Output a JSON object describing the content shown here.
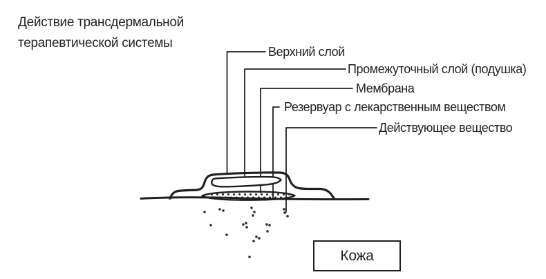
{
  "title": "Действие трансдермальной\nтерапевтической системы",
  "labels": {
    "top_layer": "Верхний слой",
    "middle_layer": "Промежуточный слой (подушка)",
    "membrane": "Мембрана",
    "reservoir": "Резервуар с лекарственным веществом",
    "active_substance": "Действующее вещество"
  },
  "skin_box_label": "Кожа",
  "colors": {
    "ink": "#1f1f1f",
    "background": "#ffffff"
  }
}
